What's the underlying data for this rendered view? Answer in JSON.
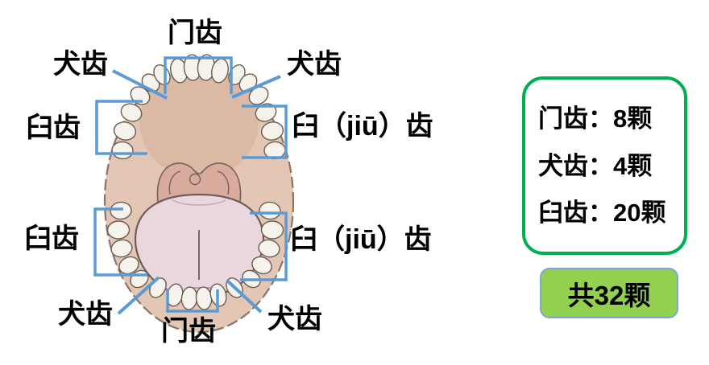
{
  "diagram": {
    "labels": {
      "incisors_top": "门齿",
      "canines_top_left": "犬齿",
      "canines_top_right": "犬齿",
      "molars_upper_left": "臼齿",
      "molars_upper_right": "臼（jiū）齿",
      "molars_lower_left": "臼齿",
      "molars_lower_right": "臼（jiū）齿",
      "canines_bottom_left": "犬齿",
      "canines_bottom_right": "犬齿",
      "incisors_bottom": "门齿"
    }
  },
  "summary": {
    "lines": [
      "门齿：8颗",
      "犬齿：4颗",
      "臼齿：20颗"
    ],
    "total": "共32颗"
  },
  "colors": {
    "annotation_blue": "#5b9bd5",
    "summary_border_green": "#00b050",
    "total_fill_green": "#92d050",
    "total_border_blue": "#7da7d8"
  }
}
